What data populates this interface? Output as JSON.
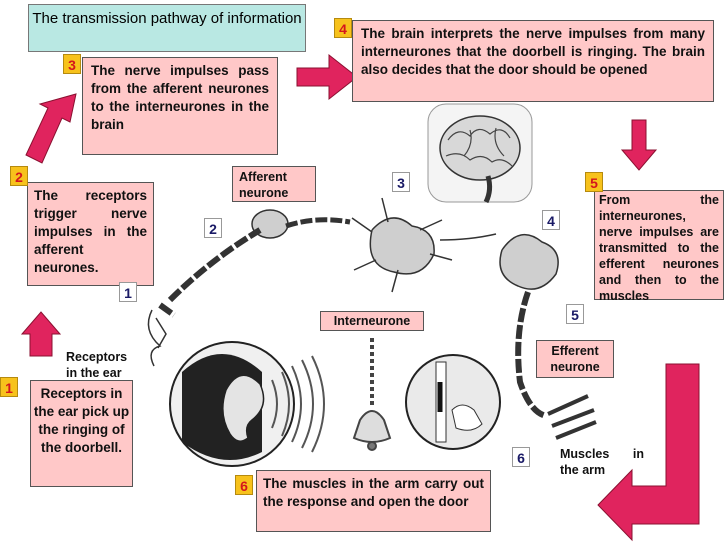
{
  "title": "The transmission pathway of information",
  "steps": {
    "s1": "Receptors in the ear pick up the ringing of the doorbell.",
    "s2": "The receptors trigger nerve impulses in the afferent neurones.",
    "s3": "The nerve impulses pass from the afferent neurones to the interneurones in the brain",
    "s4": "The brain interprets the nerve impulses from many interneurones that the doorbell is ringing. The brain also decides that the door should be opened",
    "s5": "From the interneurones, nerve impulses are transmitted to the efferent neurones and then to the muscles",
    "s6": "The muscles in the arm carry out the response and open the door"
  },
  "labels": {
    "afferent": "Afferent neurone",
    "interneurone": "Interneurone",
    "efferent": "Efferent neurone",
    "receptors": "Receptors in the ear",
    "muscles": "Muscles in the arm"
  },
  "numbers": [
    "1",
    "2",
    "3",
    "4",
    "5",
    "6"
  ],
  "colors": {
    "box_fill": "#ffc8c8",
    "title_fill": "#b9e8e3",
    "arrow": "#e0245e",
    "badge": "#f7c21c"
  }
}
